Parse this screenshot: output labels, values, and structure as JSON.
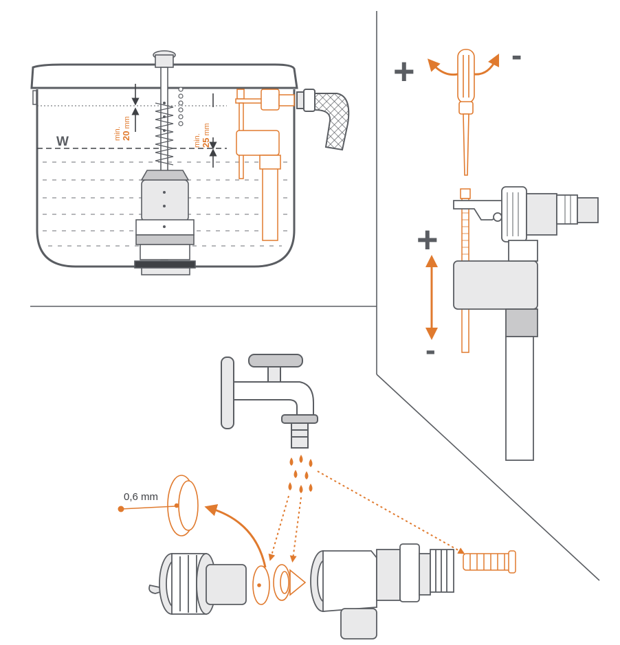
{
  "colors": {
    "outline": "#5a5d62",
    "orange": "#e07a2e",
    "light": "#e9e9ea",
    "mid": "#c9c9cb",
    "dark": "#3f4145",
    "water_dash": "#6b6e73"
  },
  "tank_panel": {
    "water_level_label": "W",
    "min_20": {
      "prefix": "min.",
      "value": "20",
      "unit": "mm"
    },
    "min_25": {
      "prefix": "min.",
      "value": "25",
      "unit": "mm"
    }
  },
  "adjust_panel": {
    "screw_plus": "+",
    "screw_minus": "-",
    "height_plus": "+",
    "height_minus": "-"
  },
  "clean_panel": {
    "orifice_label": "0,6 mm"
  }
}
